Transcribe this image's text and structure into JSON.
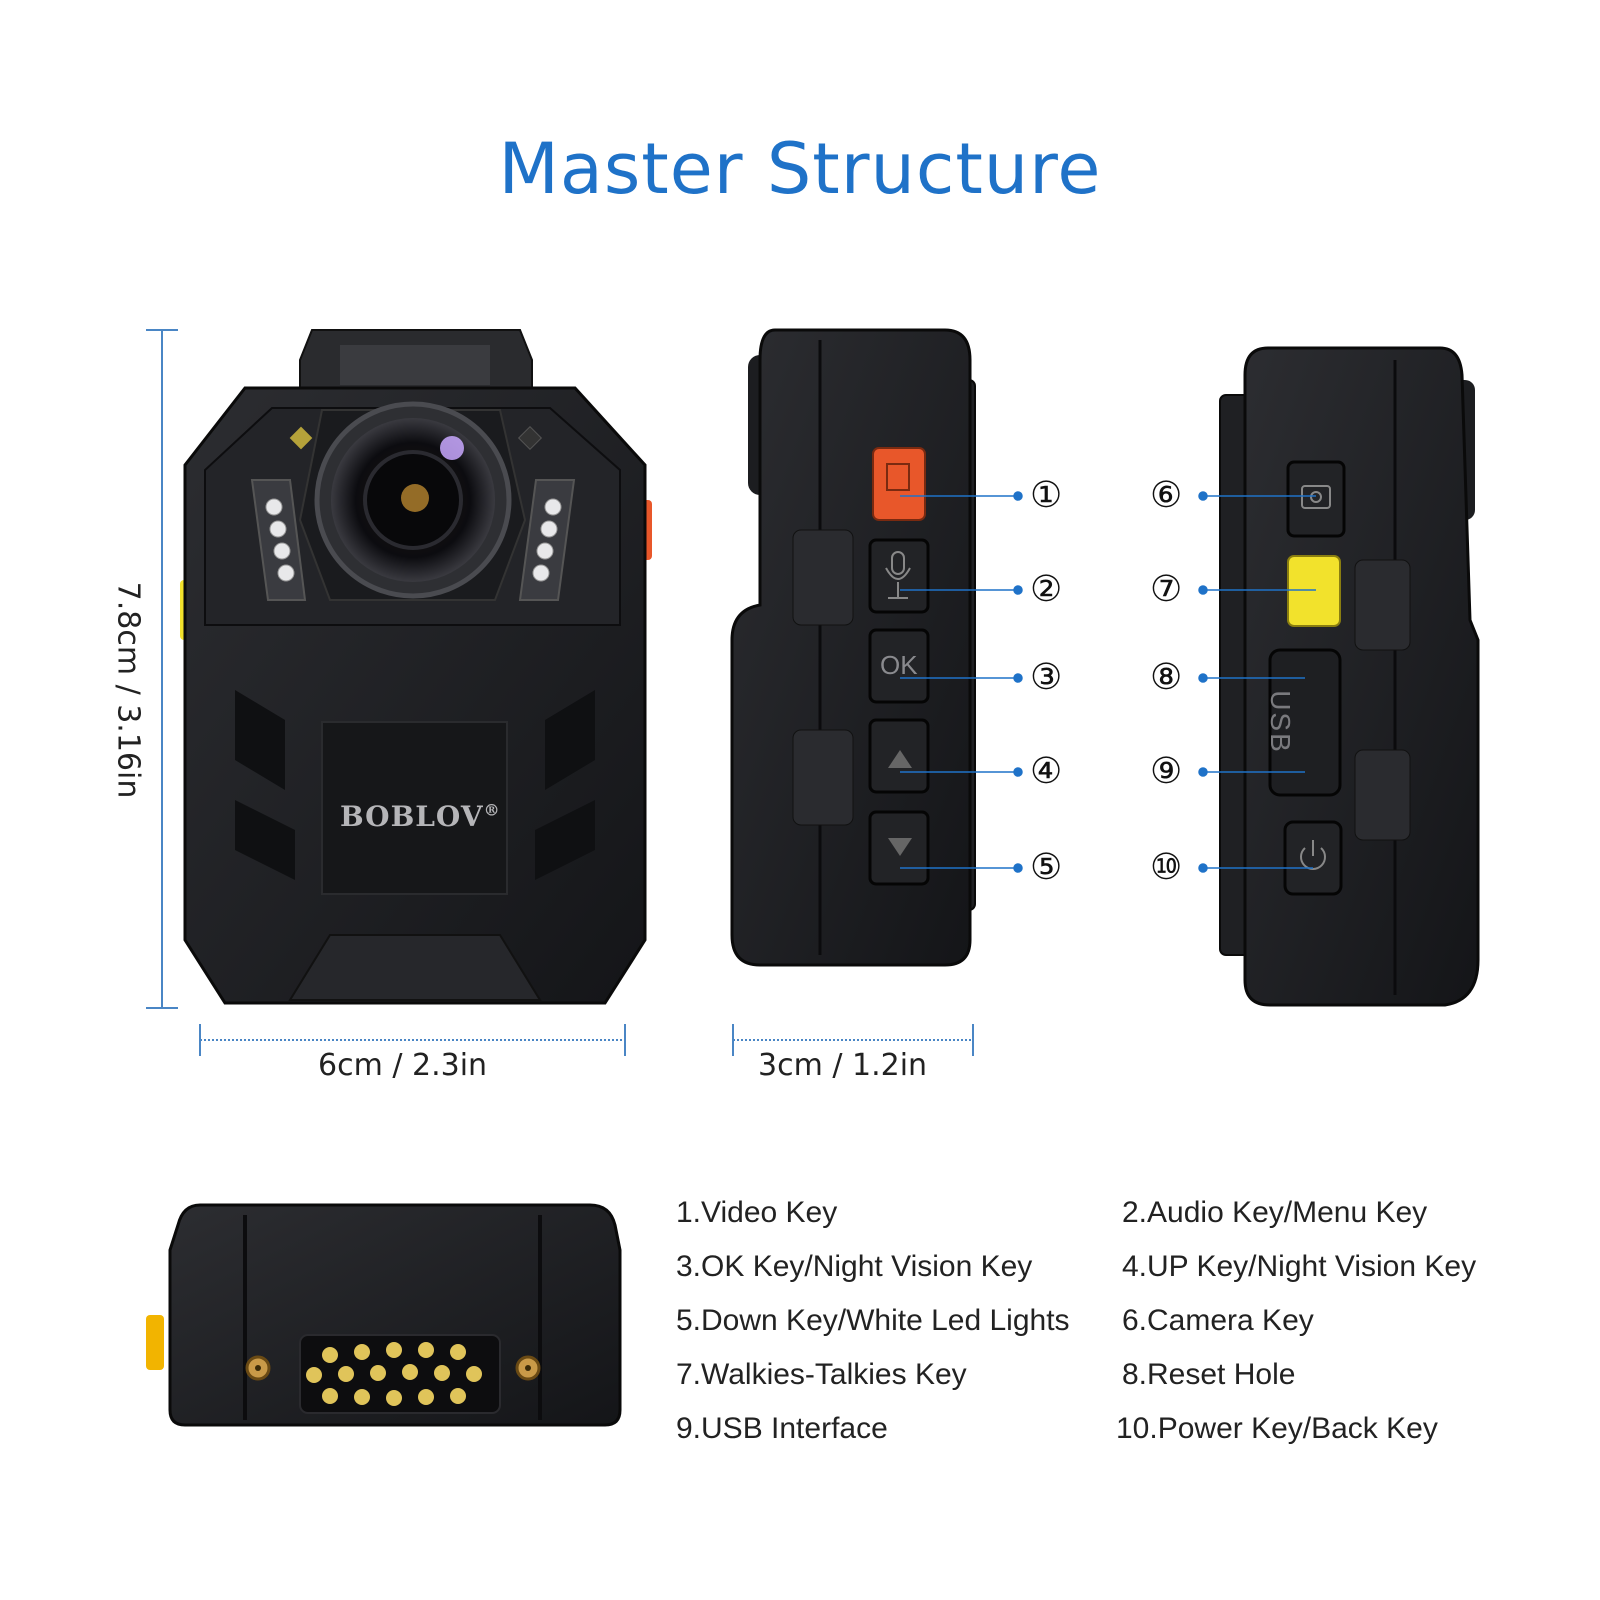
{
  "title": "Master Structure",
  "brand_logo_text": "BOBLOV",
  "labels": {
    "ok": "OK",
    "usb": "USB"
  },
  "dimensions": {
    "height": "7.8cm / 3.16in",
    "width": "6cm / 2.3in",
    "depth": "3cm / 1.2in"
  },
  "callouts_left": [
    "①",
    "②",
    "③",
    "④",
    "⑤"
  ],
  "callouts_right": [
    "⑥",
    "⑦",
    "⑧",
    "⑨",
    "⑩"
  ],
  "legend": [
    "1.Video Key",
    "2.Audio Key/Menu Key",
    "3.OK Key/Night Vision Key",
    "4.UP Key/Night Vision Key",
    "5.Down Key/White Led Lights",
    "6.Camera Key",
    "7.Walkies-Talkies Key",
    "8.Reset Hole",
    "9.USB Interface",
    "10.Power Key/Back Key"
  ],
  "colors": {
    "title": "#1f72c8",
    "dimension_line": "#4a86c5",
    "leader": "#1f72c8",
    "video_key": "#e8572a",
    "walkie_key": "#f2e22c",
    "body": "#1b1c1f"
  }
}
